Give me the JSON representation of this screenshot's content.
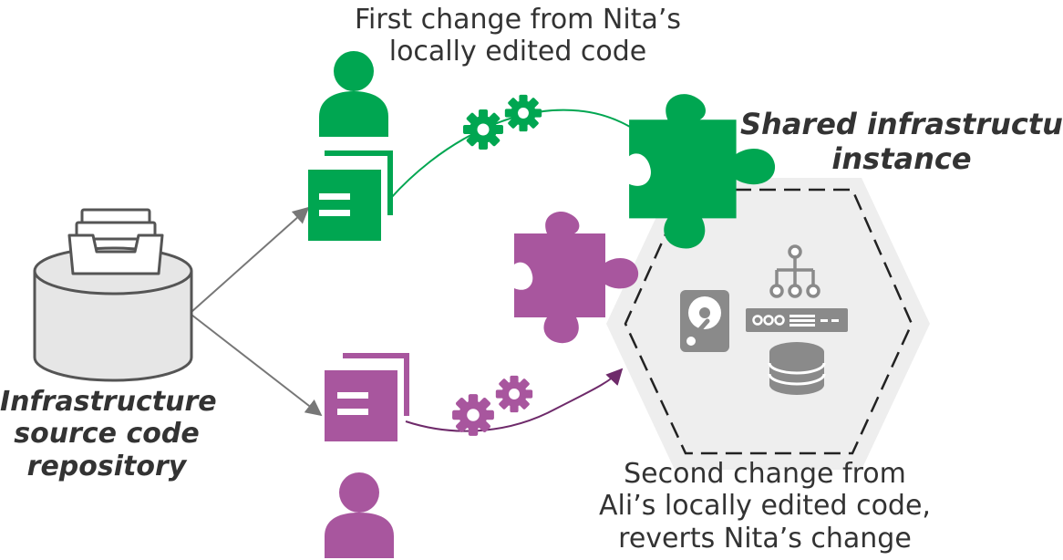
{
  "labels": {
    "first_change": [
      "First change from Nita’s",
      "locally edited code"
    ],
    "second_change": [
      "Second change from",
      "Ali’s locally edited code,",
      "reverts Nita’s change"
    ],
    "shared_instance": [
      "Shared infrastructure",
      "instance"
    ],
    "repository": [
      "Infrastructure",
      "source code",
      "repository"
    ]
  },
  "icons": {
    "repository": "database-tray-icon",
    "user_nita": "person-icon",
    "user_ali": "person-icon",
    "docs_nita": "documents-icon",
    "docs_ali": "documents-icon",
    "gears_nita": "gears-icon",
    "gears_ali": "gears-icon",
    "puzzle_nita": "puzzle-piece-icon",
    "puzzle_ali": "puzzle-piece-icon",
    "hard_drive": "hard-drive-icon",
    "network": "network-tree-icon",
    "server": "server-icon",
    "database": "database-icon"
  },
  "colors": {
    "nita_green": "#00a651",
    "ali_purple": "#a8569e",
    "grey_icon": "#8a8a8a",
    "repo_fill": "#e6e6e6",
    "hexagon_fill": "#eeeeee",
    "text": "#333333"
  }
}
